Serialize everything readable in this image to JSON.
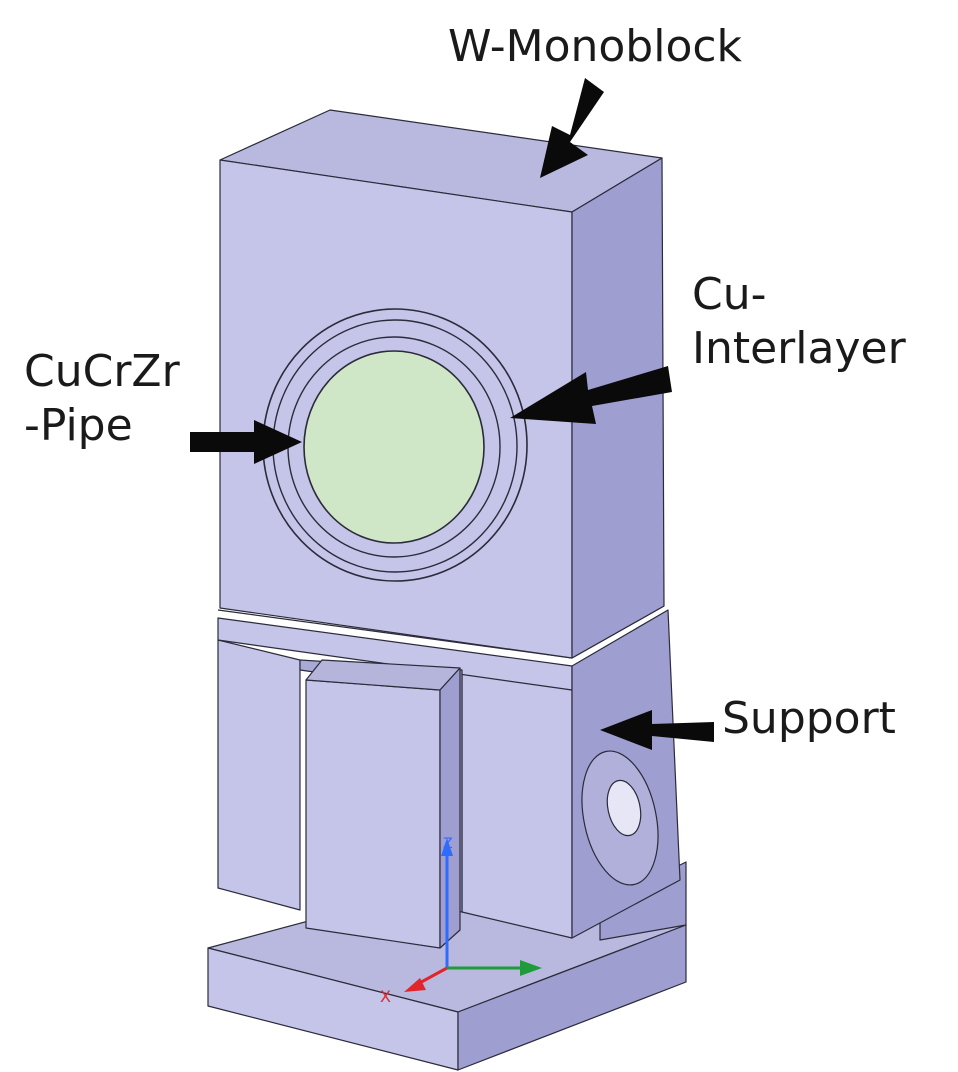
{
  "labels": {
    "monoblock": "W-Monoblock",
    "interlayer": [
      "Cu-",
      "Interlayer"
    ],
    "pipe": [
      "CuCrZr",
      "-Pipe"
    ],
    "support": "Support"
  },
  "axes": {
    "z": "Z",
    "x": "X"
  },
  "colors": {
    "body_front": "#c5c5ea",
    "body_top": "#b9b9e0",
    "body_side": "#9e9ed0",
    "pipe_fill": "#cfe7c6",
    "edge": "#2b2b3a",
    "arrow": "#0a0a0a",
    "axis_z": "#2f6bff",
    "axis_x": "#e0262a",
    "axis_y": "#1e9c3a"
  }
}
